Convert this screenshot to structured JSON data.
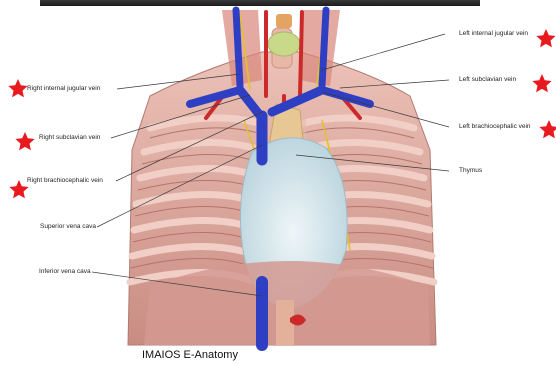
{
  "labels": {
    "left": [
      "Right internal jugular vein",
      "Right subclavian vein",
      "Right brachiocephalic vein",
      "Superior vena cava",
      "Inferior vena cava"
    ],
    "right": [
      "Left internal jugular vein",
      "Left subclavian vein",
      "Left brachiocephalic vein",
      "Thymus"
    ]
  },
  "footer": "IMAIOS E-Anatomy",
  "colors": {
    "vein": "#2f3fc4",
    "artery": "#cc2a2a",
    "thymus": "#e7c794",
    "heart": "#cfe2ea",
    "muscle": "#d9a39a",
    "star": "#e8191f"
  },
  "icons": [
    "star-icon"
  ]
}
